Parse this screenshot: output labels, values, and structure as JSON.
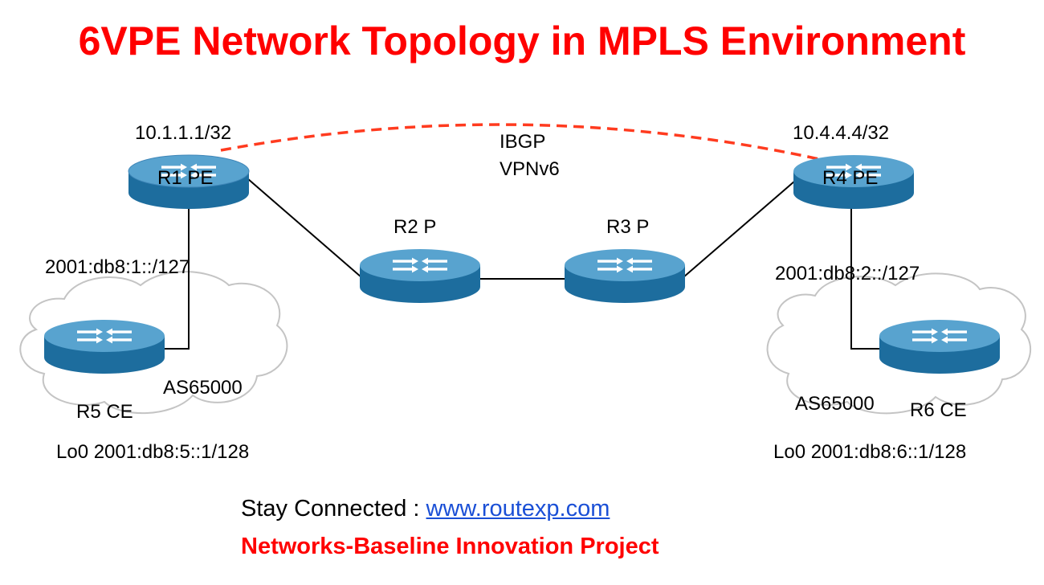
{
  "title": "6VPE Network Topology in MPLS Environment",
  "colors": {
    "title": "#ff0000",
    "router_top": "#58a3cf",
    "router_side": "#1d6d9e",
    "ibgp_session": "#ff3b1f",
    "link": "#000000",
    "link_url": "#1a4fd6"
  },
  "ibgp": {
    "line1": "IBGP",
    "line2": "VPNv6"
  },
  "routers": {
    "r1": {
      "label": "R1 PE",
      "loopback": "10.1.1.1/32"
    },
    "r2": {
      "label": "R2 P"
    },
    "r3": {
      "label": "R3 P"
    },
    "r4": {
      "label": "R4 PE",
      "loopback": "10.4.4.4/32"
    },
    "r5": {
      "label": "R5 CE",
      "lo0": "Lo0 2001:db8:5::1/128"
    },
    "r6": {
      "label": "R6 CE",
      "lo0": "Lo0 2001:db8:6::1/128"
    }
  },
  "left_site": {
    "subnet": "2001:db8:1::/127",
    "as": "AS65000"
  },
  "right_site": {
    "subnet": "2001:db8:2::/127",
    "as": "AS65000"
  },
  "footer": {
    "connected_prefix": "Stay Connected : ",
    "connected_link": "www.routexp.com",
    "project": "Networks-Baseline Innovation Project"
  }
}
